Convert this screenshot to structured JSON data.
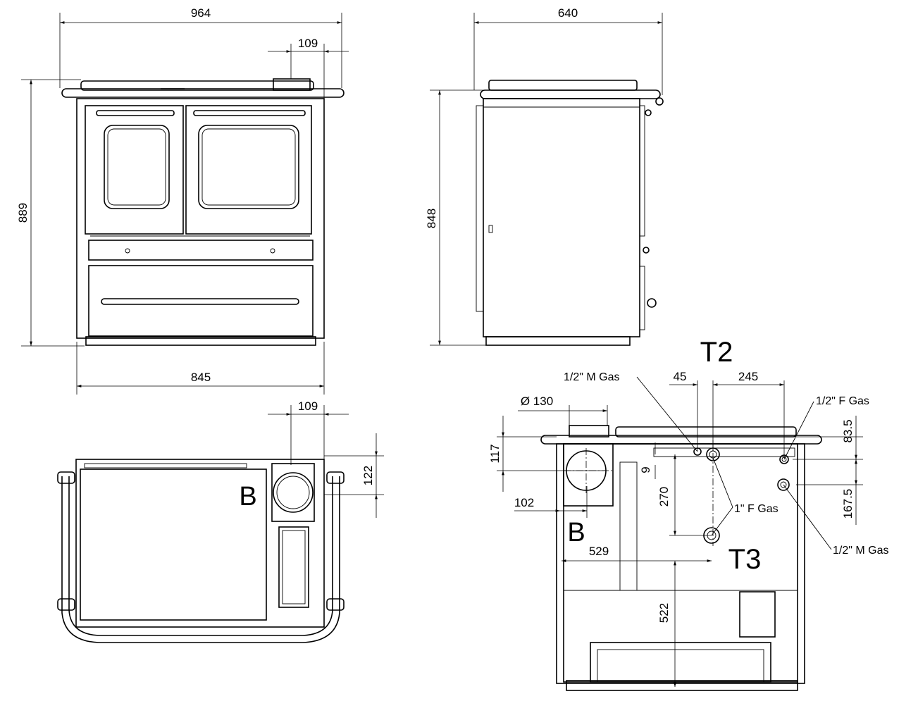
{
  "front_view": {
    "width_total": "964",
    "flue_offset": "109",
    "height_total": "889",
    "width_body": "845"
  },
  "side_view": {
    "depth_total": "640",
    "height_body": "848"
  },
  "top_view": {
    "flue_offset": "109",
    "flue_depth": "122",
    "flue_label": "B"
  },
  "rear_view": {
    "label_t2": "T2",
    "label_t3": "T3",
    "label_b": "B",
    "dim_45": "45",
    "dim_245": "245",
    "dim_diameter": "Ø 130",
    "dim_117": "117",
    "dim_102": "102",
    "dim_9": "9",
    "dim_270": "270",
    "dim_529": "529",
    "dim_522": "522",
    "dim_83_5": "83.5",
    "dim_167_5": "167.5",
    "conn_half_m_gas_top": "1/2\" M Gas",
    "conn_half_f_gas": "1/2\" F Gas",
    "conn_one_f_gas": "1\" F Gas",
    "conn_half_m_gas_bottom": "1/2\" M Gas"
  }
}
